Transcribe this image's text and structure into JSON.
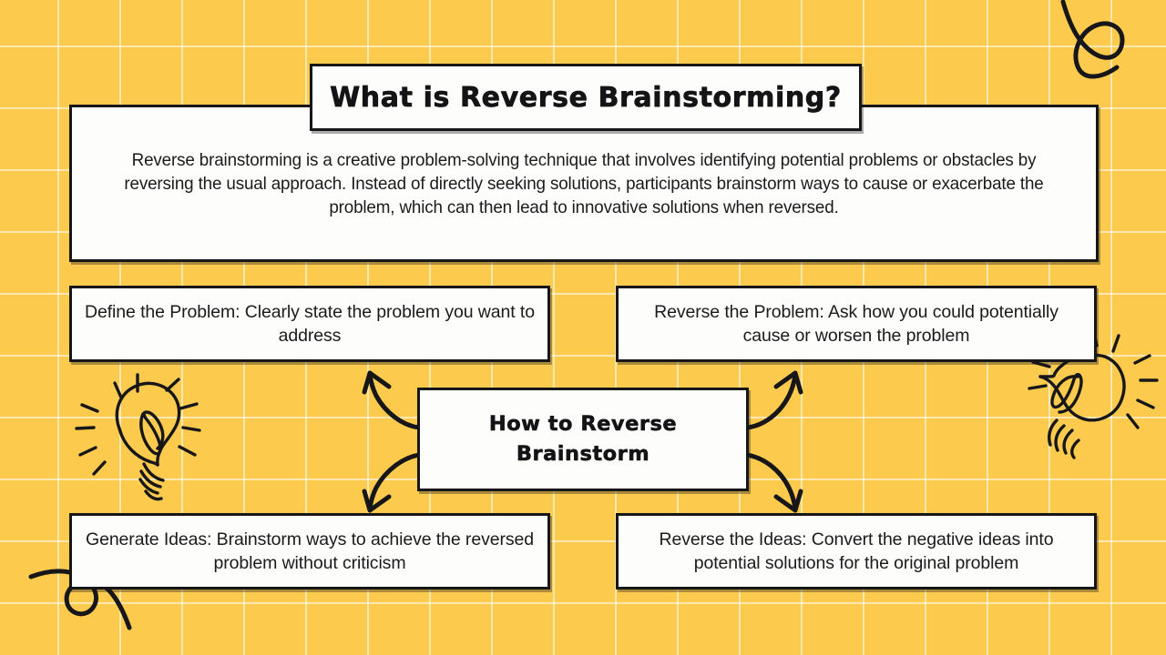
{
  "slide": {
    "title": "What is Reverse Brainstorming?",
    "intro": "Reverse brainstorming is a creative problem-solving technique that involves identifying potential problems or obstacles by reversing the usual approach. Instead of directly seeking solutions, participants brainstorm ways to cause or exacerbate the problem, which can then lead to innovative solutions when reversed.",
    "hub_label": "How to Reverse Brainstorm",
    "steps": [
      {
        "position": "top-left",
        "text": "Define the Problem: Clearly state the problem you want to address"
      },
      {
        "position": "top-right",
        "text": "Reverse the Problem: Ask how you could potentially cause or worsen the problem"
      },
      {
        "position": "bottom-left",
        "text": "Generate Ideas: Brainstorm ways to achieve the reversed problem without criticism"
      },
      {
        "position": "bottom-right",
        "text": "Reverse the Ideas: Convert the negative ideas into potential solutions for the original problem"
      }
    ],
    "decorations": [
      {
        "name": "squiggle-loop-top-right"
      },
      {
        "name": "squiggle-loop-bottom-left"
      },
      {
        "name": "lightbulb-left"
      },
      {
        "name": "lightbulb-right"
      },
      {
        "name": "arrow-hub-to-top-left"
      },
      {
        "name": "arrow-hub-to-top-right"
      },
      {
        "name": "arrow-hub-to-bottom-left"
      },
      {
        "name": "arrow-hub-to-bottom-right"
      }
    ],
    "colors": {
      "background": "#fccb4e",
      "grid_line": "#fde08a",
      "card_fill": "#fdfdfb",
      "ink": "#17171a"
    }
  }
}
